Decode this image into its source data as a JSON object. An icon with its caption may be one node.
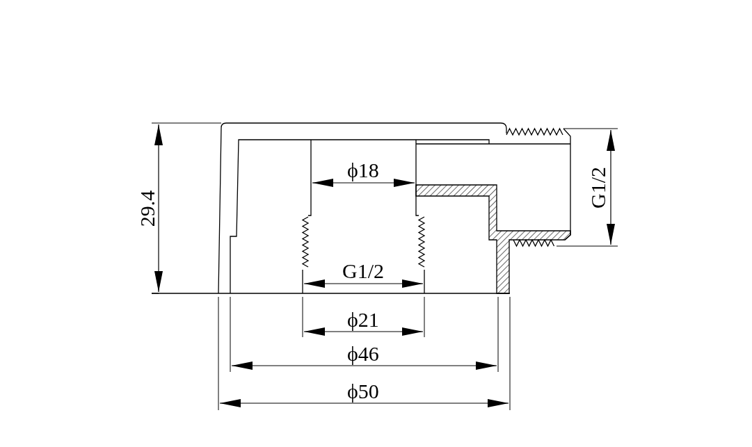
{
  "diagram": {
    "labels": [
      "ϕ18",
      "29.4",
      "G1/2",
      "G1/2",
      "ϕ21",
      "ϕ46",
      "ϕ50"
    ]
  }
}
